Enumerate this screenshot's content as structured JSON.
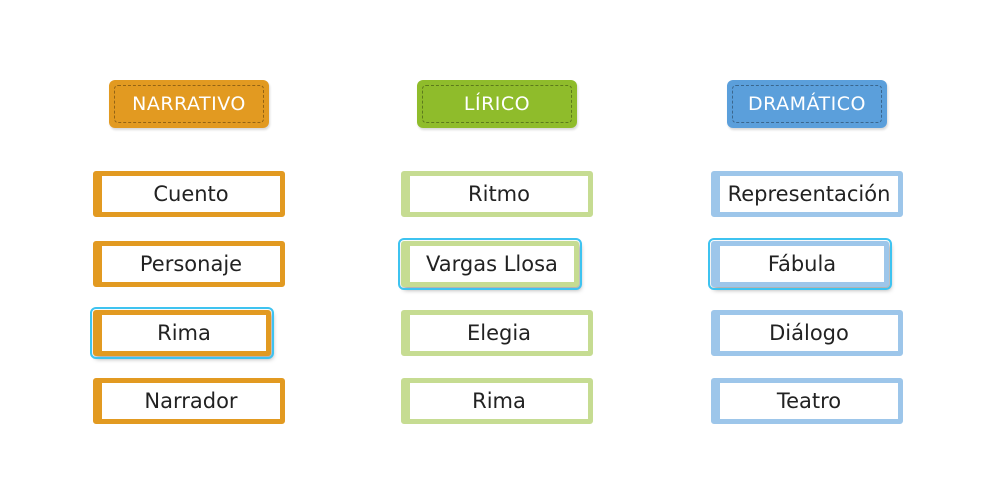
{
  "columns": [
    {
      "header": "NARRATIVO",
      "color": "#e29a21",
      "cards": [
        {
          "label": "Cuento",
          "selected": false
        },
        {
          "label": "Personaje",
          "selected": false
        },
        {
          "label": "Rima",
          "selected": true
        },
        {
          "label": "Narrador",
          "selected": false
        }
      ]
    },
    {
      "header": "LÍRICO",
      "color": "#8fbc2b",
      "card_border_color": "#c6dc92",
      "cards": [
        {
          "label": "Ritmo",
          "selected": false
        },
        {
          "label": "Vargas Llosa",
          "selected": true
        },
        {
          "label": "Elegia",
          "selected": false
        },
        {
          "label": "Rima",
          "selected": false
        }
      ]
    },
    {
      "header": "DRAMÁTICO",
      "color": "#5b9fdb",
      "card_border_color": "#9dc6ea",
      "cards": [
        {
          "label": "Representación",
          "selected": false
        },
        {
          "label": "Fábula",
          "selected": true
        },
        {
          "label": "Diálogo",
          "selected": false
        },
        {
          "label": "Teatro",
          "selected": false
        }
      ]
    }
  ],
  "highlight_color": "#3ec3f0"
}
